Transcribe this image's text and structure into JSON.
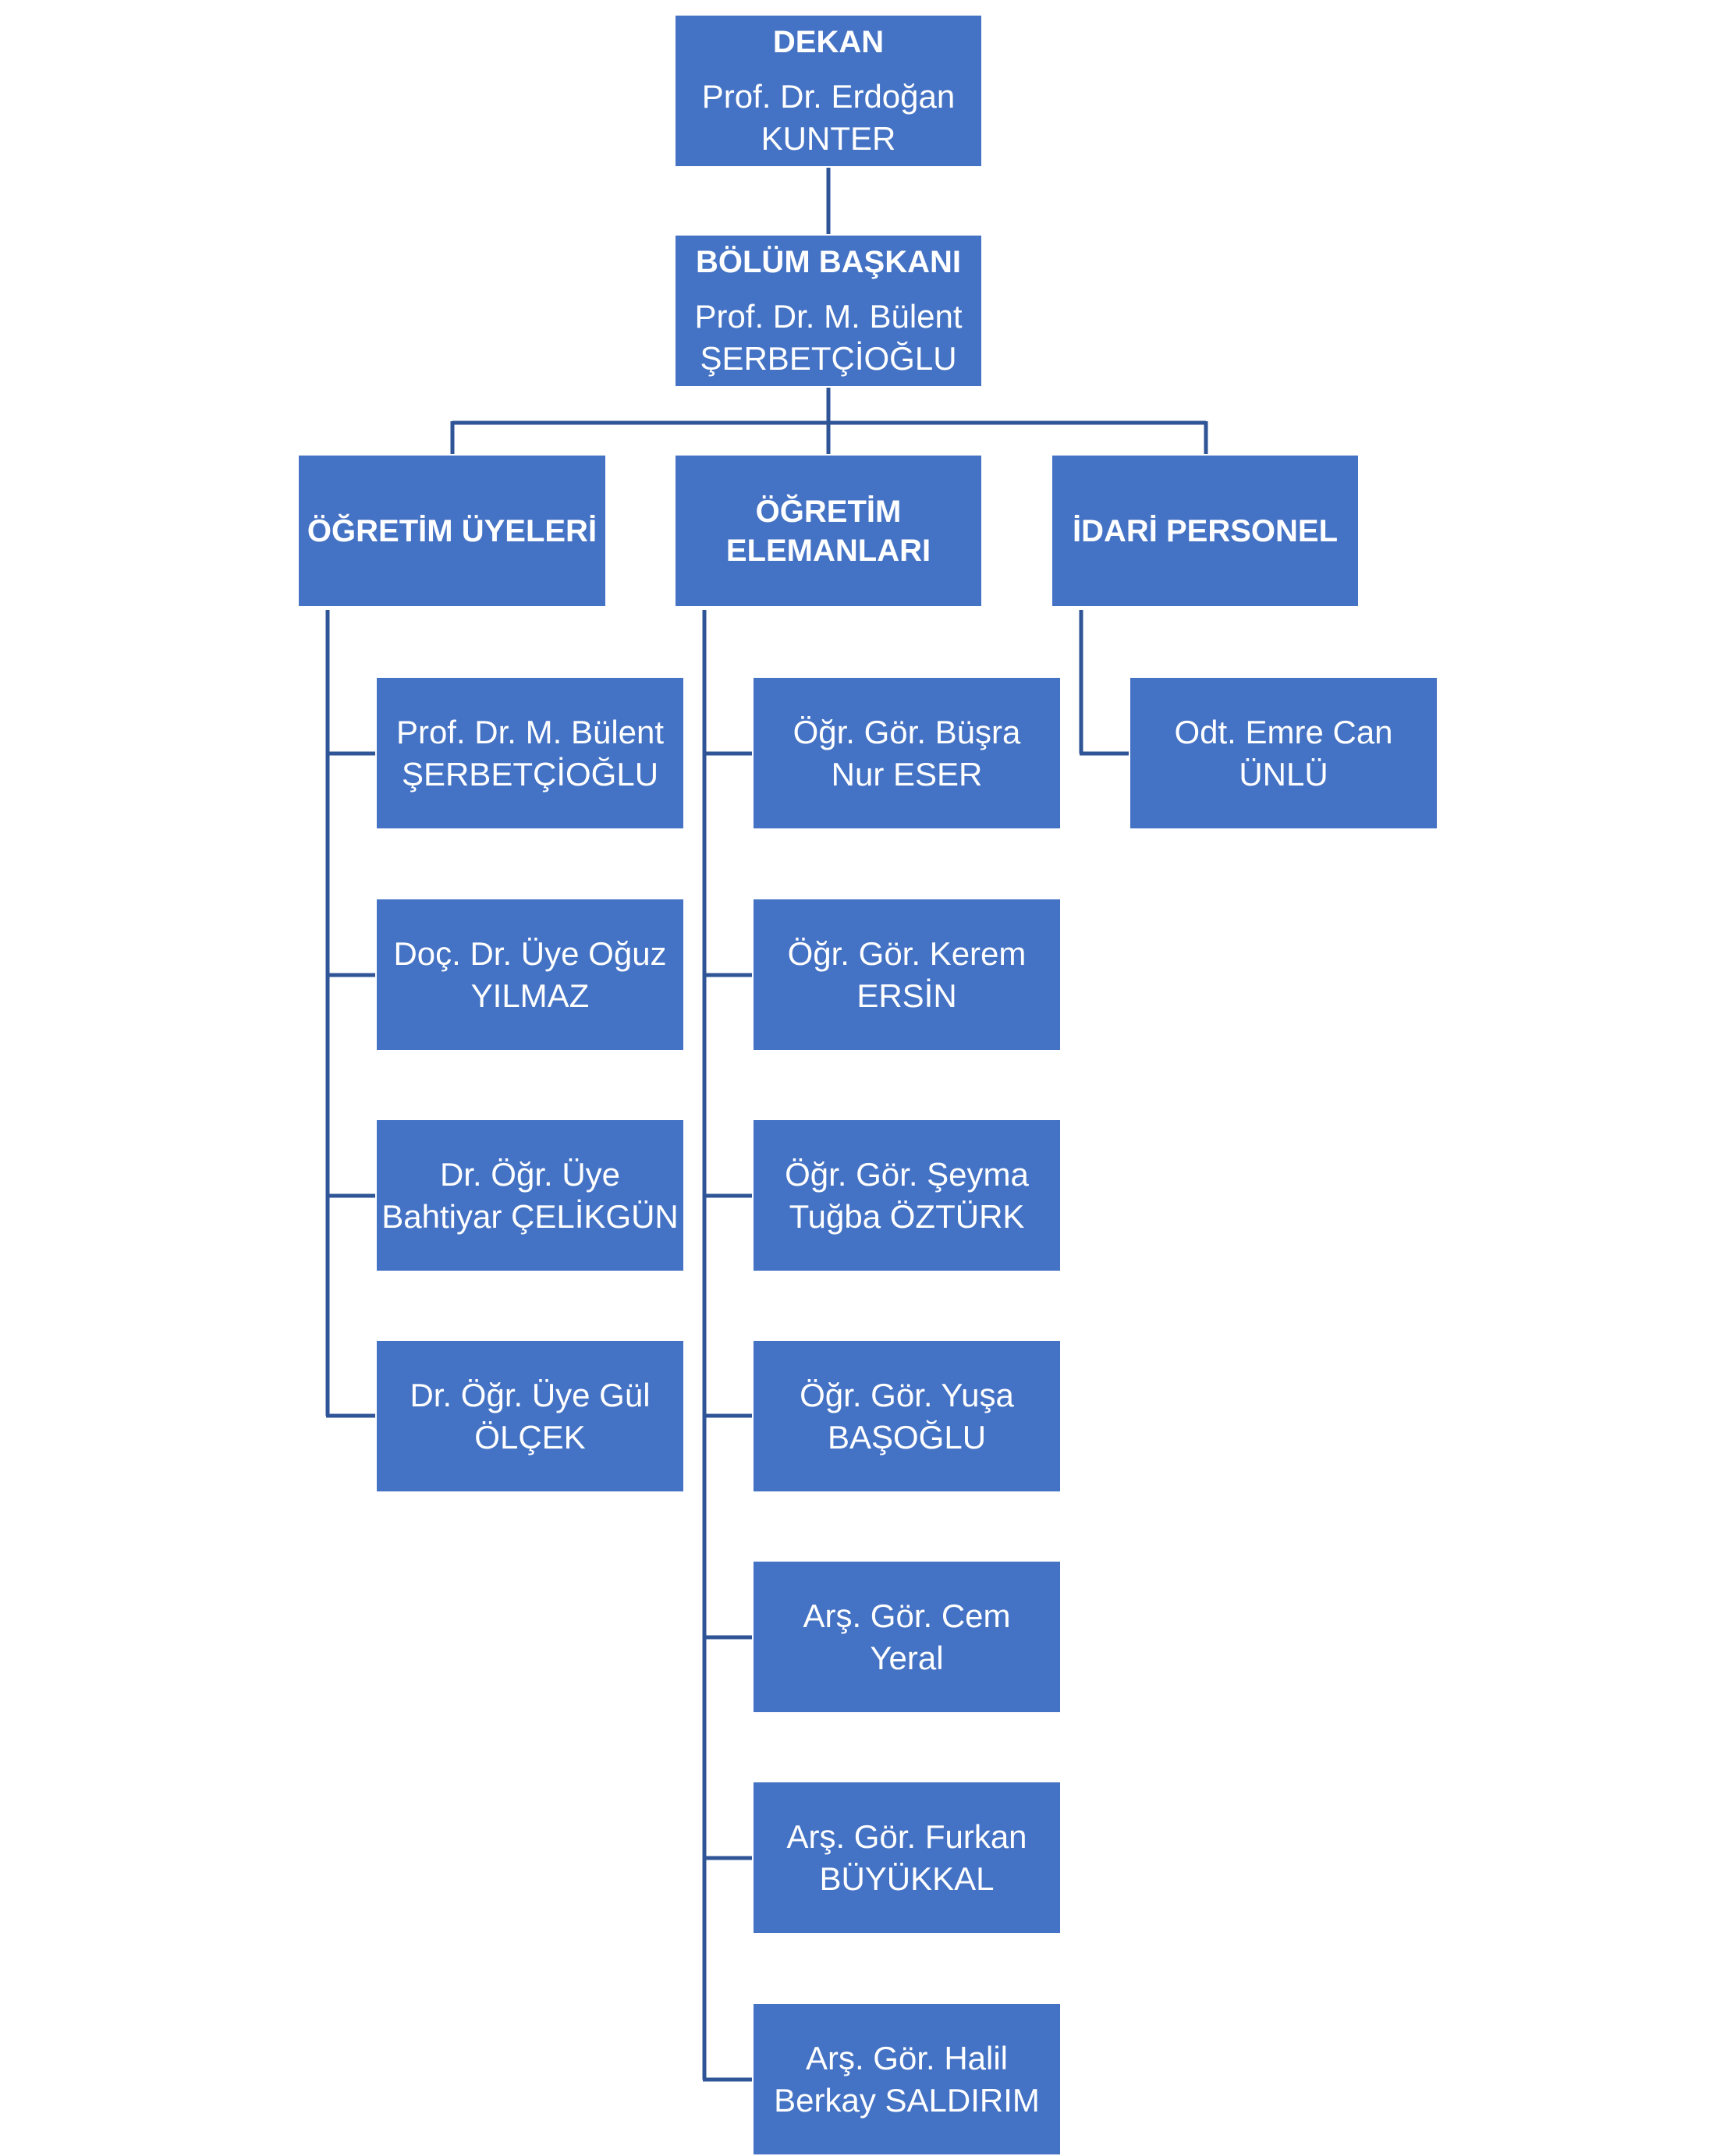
{
  "colors": {
    "box_fill": "#4472C4",
    "box_text": "#FFFFFF",
    "connector": "#2F5597"
  },
  "dean": {
    "title": "DEKAN",
    "name": "Prof. Dr. Erdoğan\nKUNTER"
  },
  "head": {
    "title": "BÖLÜM BAŞKANI",
    "name": "Prof. Dr. M. Bülent\nŞERBETÇİOĞLU"
  },
  "groups": [
    {
      "title": "ÖĞRETİM ÜYELERİ",
      "members": [
        "Prof. Dr. M. Bülent\nŞERBETÇİOĞLU",
        "Doç. Dr. Üye Oğuz\nYILMAZ",
        "Dr. Öğr. Üye\nBahtiyar ÇELİKGÜN",
        "Dr. Öğr. Üye Gül\nÖLÇEK"
      ]
    },
    {
      "title": "ÖĞRETİM\nELEMANLARI",
      "members": [
        "Öğr. Gör. Büşra\nNur ESER",
        "Öğr. Gör. Kerem\nERSİN",
        "Öğr. Gör. Şeyma\nTuğba ÖZTÜRK",
        "Öğr. Gör. Yuşa\nBAŞOĞLU",
        "Arş. Gör. Cem\nYeral",
        "Arş. Gör. Furkan\nBÜYÜKKAL",
        "Arş. Gör. Halil\nBerkay SALDIRIM"
      ]
    },
    {
      "title": "İDARİ PERSONEL",
      "members": [
        "Odt. Emre Can\nÜNLÜ"
      ]
    }
  ]
}
